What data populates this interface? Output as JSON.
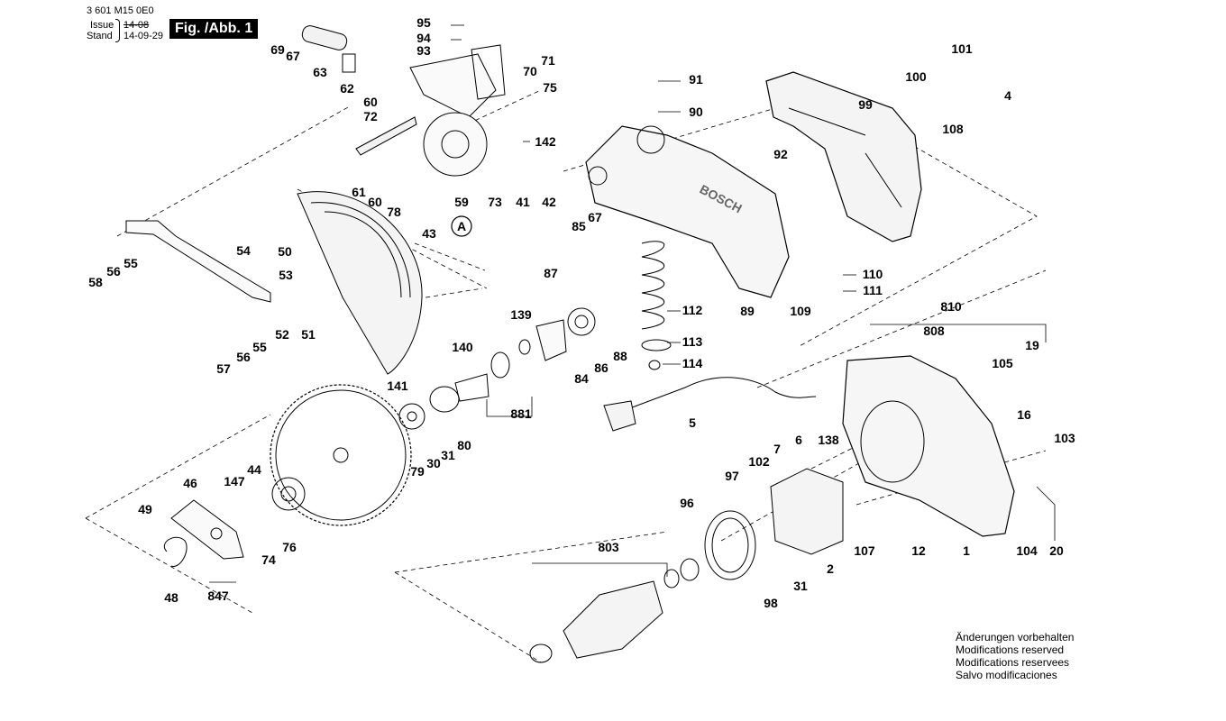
{
  "header": {
    "doc_number": "3 601 M15 0E0",
    "issue_label": "Issue",
    "issue_value": "14-08",
    "stand_label": "Stand",
    "stand_value": "14-09-29",
    "figure_label": "Fig. /Abb. 1"
  },
  "brand_text": "BOSCH",
  "callout_A": "A",
  "notice": [
    "Änderungen vorbehalten",
    "Modifications reserved",
    "Modifications reservees",
    "Salvo modificaciones"
  ],
  "parts": [
    {
      "id": "p69",
      "label": "69"
    },
    {
      "id": "p67a",
      "label": "67"
    },
    {
      "id": "p63",
      "label": "63"
    },
    {
      "id": "p62",
      "label": "62"
    },
    {
      "id": "p60a",
      "label": "60"
    },
    {
      "id": "p72",
      "label": "72"
    },
    {
      "id": "p95",
      "label": "95"
    },
    {
      "id": "p94",
      "label": "94"
    },
    {
      "id": "p93",
      "label": "93"
    },
    {
      "id": "p70",
      "label": "70"
    },
    {
      "id": "p71",
      "label": "71"
    },
    {
      "id": "p75",
      "label": "75"
    },
    {
      "id": "p91",
      "label": "91"
    },
    {
      "id": "p90",
      "label": "90"
    },
    {
      "id": "p100",
      "label": "100"
    },
    {
      "id": "p101",
      "label": "101"
    },
    {
      "id": "p4",
      "label": "4"
    },
    {
      "id": "p99",
      "label": "99"
    },
    {
      "id": "p108",
      "label": "108"
    },
    {
      "id": "p142",
      "label": "142"
    },
    {
      "id": "p92",
      "label": "92"
    },
    {
      "id": "p61",
      "label": "61"
    },
    {
      "id": "p60b",
      "label": "60"
    },
    {
      "id": "p59",
      "label": "59"
    },
    {
      "id": "p73",
      "label": "73"
    },
    {
      "id": "p41",
      "label": "41"
    },
    {
      "id": "p42",
      "label": "42"
    },
    {
      "id": "p67b",
      "label": "67"
    },
    {
      "id": "p85",
      "label": "85"
    },
    {
      "id": "p78",
      "label": "78"
    },
    {
      "id": "p43",
      "label": "43"
    },
    {
      "id": "p50",
      "label": "50"
    },
    {
      "id": "p54",
      "label": "54"
    },
    {
      "id": "p55a",
      "label": "55"
    },
    {
      "id": "p56a",
      "label": "56"
    },
    {
      "id": "p58",
      "label": "58"
    },
    {
      "id": "p53",
      "label": "53"
    },
    {
      "id": "p87",
      "label": "87"
    },
    {
      "id": "p110",
      "label": "110"
    },
    {
      "id": "p111",
      "label": "111"
    },
    {
      "id": "p112",
      "label": "112"
    },
    {
      "id": "p89",
      "label": "89"
    },
    {
      "id": "p109",
      "label": "109"
    },
    {
      "id": "p139",
      "label": "139"
    },
    {
      "id": "p810",
      "label": "810"
    },
    {
      "id": "p808",
      "label": "808"
    },
    {
      "id": "p52",
      "label": "52"
    },
    {
      "id": "p51",
      "label": "51"
    },
    {
      "id": "p55b",
      "label": "55"
    },
    {
      "id": "p56b",
      "label": "56"
    },
    {
      "id": "p57",
      "label": "57"
    },
    {
      "id": "p140",
      "label": "140"
    },
    {
      "id": "p113",
      "label": "113"
    },
    {
      "id": "p114",
      "label": "114"
    },
    {
      "id": "p88",
      "label": "88"
    },
    {
      "id": "p86",
      "label": "86"
    },
    {
      "id": "p84",
      "label": "84"
    },
    {
      "id": "p19",
      "label": "19"
    },
    {
      "id": "p105",
      "label": "105"
    },
    {
      "id": "p141",
      "label": "141"
    },
    {
      "id": "p881",
      "label": "881"
    },
    {
      "id": "p5",
      "label": "5"
    },
    {
      "id": "p16",
      "label": "16"
    },
    {
      "id": "p103",
      "label": "103"
    },
    {
      "id": "p6",
      "label": "6"
    },
    {
      "id": "p138",
      "label": "138"
    },
    {
      "id": "p7",
      "label": "7"
    },
    {
      "id": "p80",
      "label": "80"
    },
    {
      "id": "p79",
      "label": "79"
    },
    {
      "id": "p30",
      "label": "30"
    },
    {
      "id": "p31a",
      "label": "31"
    },
    {
      "id": "p102",
      "label": "102"
    },
    {
      "id": "p97",
      "label": "97"
    },
    {
      "id": "p46",
      "label": "46"
    },
    {
      "id": "p147",
      "label": "147"
    },
    {
      "id": "p44",
      "label": "44"
    },
    {
      "id": "p49",
      "label": "49"
    },
    {
      "id": "p96",
      "label": "96"
    },
    {
      "id": "p107",
      "label": "107"
    },
    {
      "id": "p12",
      "label": "12"
    },
    {
      "id": "p1",
      "label": "1"
    },
    {
      "id": "p104",
      "label": "104"
    },
    {
      "id": "p20",
      "label": "20"
    },
    {
      "id": "p74",
      "label": "74"
    },
    {
      "id": "p76",
      "label": "76"
    },
    {
      "id": "p803",
      "label": "803"
    },
    {
      "id": "p2",
      "label": "2"
    },
    {
      "id": "p31b",
      "label": "31"
    },
    {
      "id": "p48",
      "label": "48"
    },
    {
      "id": "p847",
      "label": "847"
    },
    {
      "id": "p98",
      "label": "98"
    }
  ]
}
